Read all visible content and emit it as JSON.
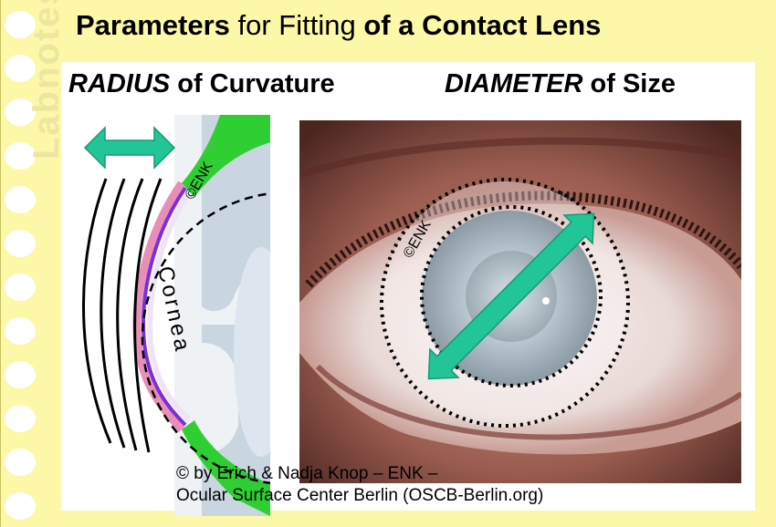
{
  "title": {
    "part1": "Parameters",
    "part2": " for Fitting ",
    "part3": "of a Contact Lens"
  },
  "headings": {
    "radius_word": "RADIUS",
    "radius_rest": " of Curvature",
    "diameter_word": "DIAMETER",
    "diameter_rest": " of Size"
  },
  "left_figure": {
    "structure_label": "Cornea",
    "copyright_mark": "©ENK"
  },
  "right_figure": {
    "copyright_mark": "©ENK"
  },
  "watermark": "Labnotes",
  "credits": {
    "line1": "© by Erich & Nadja Knop – ENK –",
    "line2": "Ocular Surface Center Berlin (OSCB-Berlin.org)"
  },
  "colors": {
    "slide_background": "#fdf7a8",
    "arrow": "#22c596",
    "cornea_purple": "#7a2fd9",
    "tear_film_pink": "#e78fb8",
    "conjunctiva_green": "#2fcf33",
    "iris_bluegrey": "#c9d6e0"
  }
}
